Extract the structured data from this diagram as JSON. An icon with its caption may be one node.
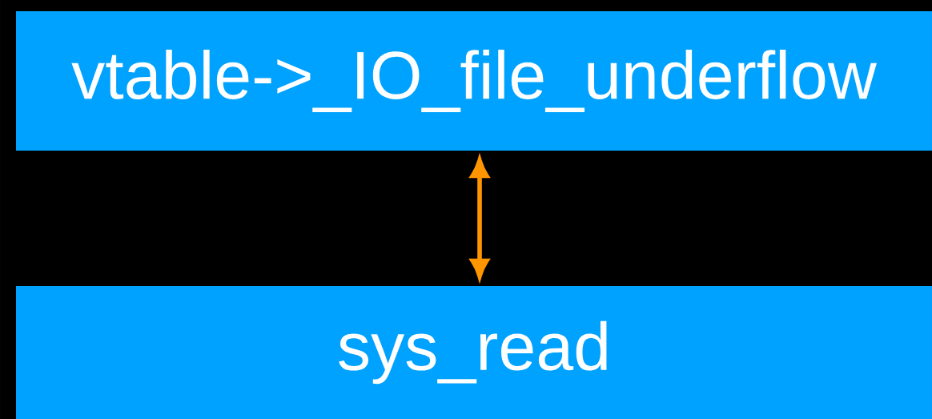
{
  "diagram": {
    "nodes": [
      {
        "text": [
          "vtable->_IO_file_underflow"
        ]
      },
      {
        "text": [
          "sys_read"
        ]
      }
    ],
    "edges": [
      {
        "from": 0,
        "to": 1,
        "arrow": "both",
        "color": "#ff9500"
      }
    ]
  }
}
